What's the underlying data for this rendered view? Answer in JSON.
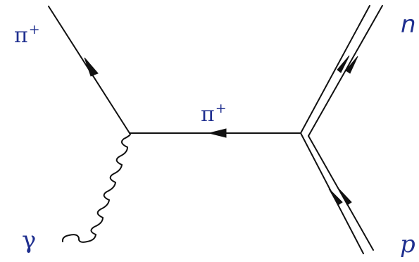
{
  "diagram": {
    "labels": {
      "incoming_photon": "γ",
      "outgoing_pion": "π",
      "outgoing_pion_charge": "+",
      "exchanged_pion": "π",
      "exchanged_pion_charge": "+",
      "outgoing_neutron": "n",
      "incoming_proton": "p"
    }
  }
}
